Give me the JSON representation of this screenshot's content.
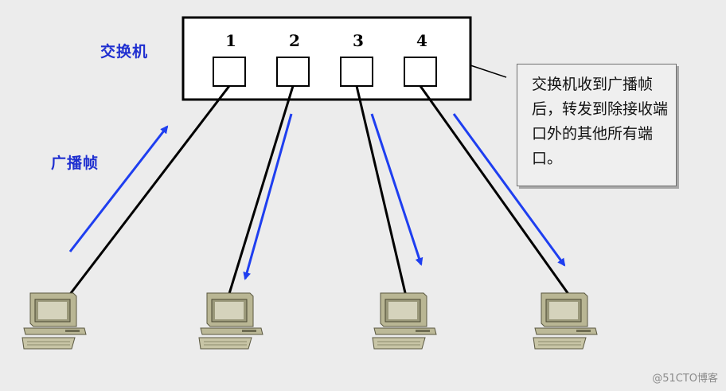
{
  "switch": {
    "label": "交换机",
    "ports": [
      {
        "number": "1"
      },
      {
        "number": "2"
      },
      {
        "number": "3"
      },
      {
        "number": "4"
      }
    ]
  },
  "broadcast_frame_label": "广播帧",
  "note_text": "交换机收到广播帧后，转发到除接收端口外的其他所有端口。",
  "watermark": "@51CTO博客",
  "colors": {
    "arrow": "#1e3ef0",
    "label": "#1f2fd0",
    "cable": "#000000",
    "background": "#ececec"
  }
}
